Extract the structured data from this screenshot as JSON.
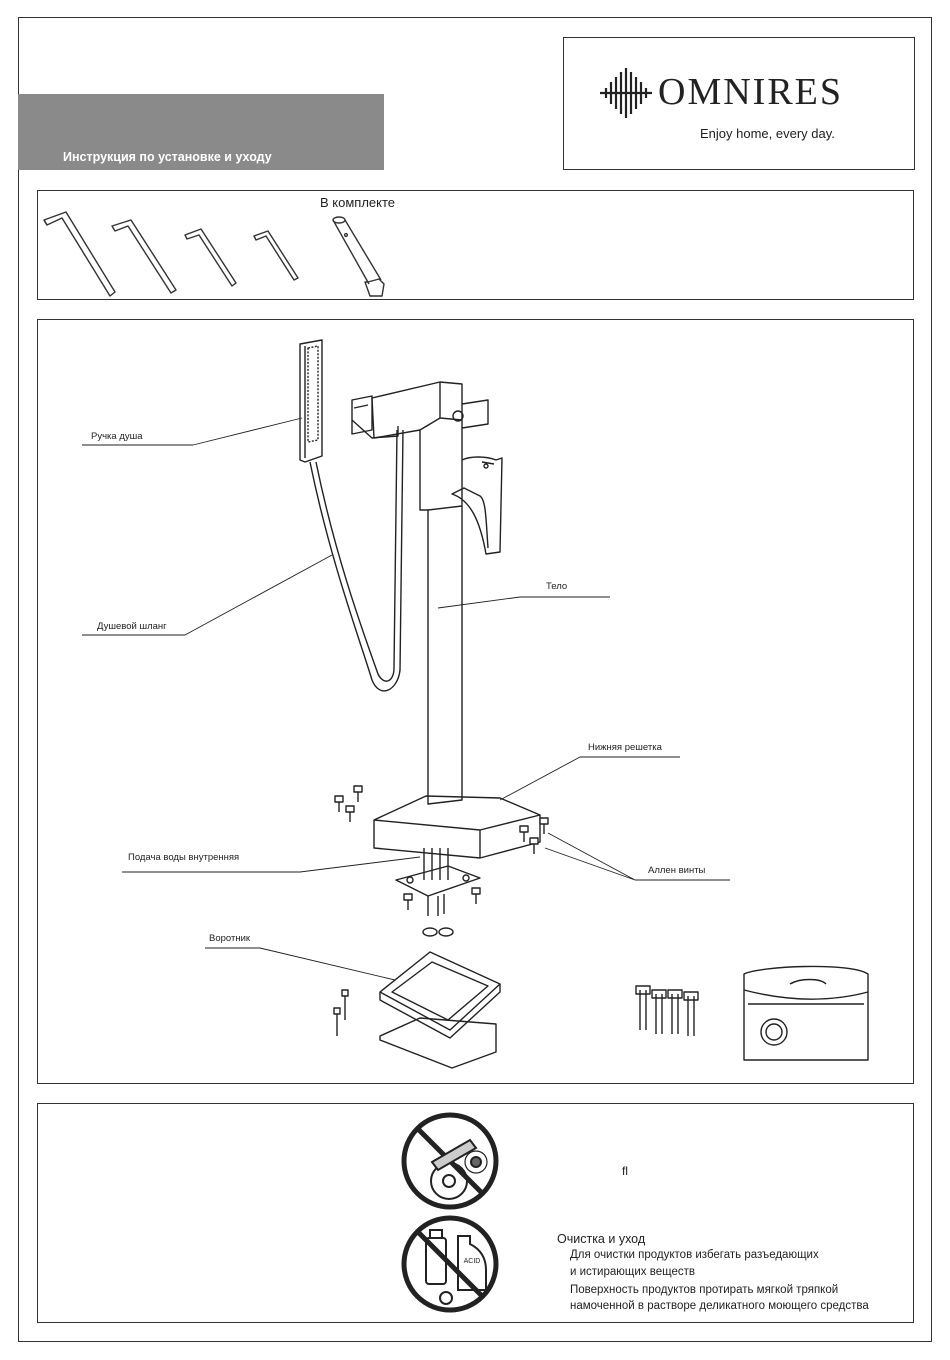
{
  "header": {
    "title": "Инструкция по установке и уходу"
  },
  "brand": {
    "name": "OMNIRES",
    "tagline": "Enjoy home, every day."
  },
  "kit": {
    "title": "В комплекте"
  },
  "diagram": {
    "labels": {
      "shower_handle": "Ручка душа",
      "shower_hose": "Душевой шланг",
      "body": "Тело",
      "bottom_grille": "Нижняя решетка",
      "water_supply": "Подача воды внутренняя",
      "allen_screws": "Аллен винты",
      "collar": "Воротник"
    }
  },
  "care": {
    "stray_glyph": "ﬂ",
    "title": "Очистка и уход",
    "lines": [
      "Для очистки продуктов избегать разъедающих",
      "и истирающих веществ",
      "Поверхность продуктов протирать мягкой тряпкой",
      "намоченной в растворе деликатного моющего средства"
    ],
    "icons": [
      "no-abrasive-tools-icon",
      "no-acid-chemicals-icon"
    ],
    "acid_label": "ACID"
  }
}
